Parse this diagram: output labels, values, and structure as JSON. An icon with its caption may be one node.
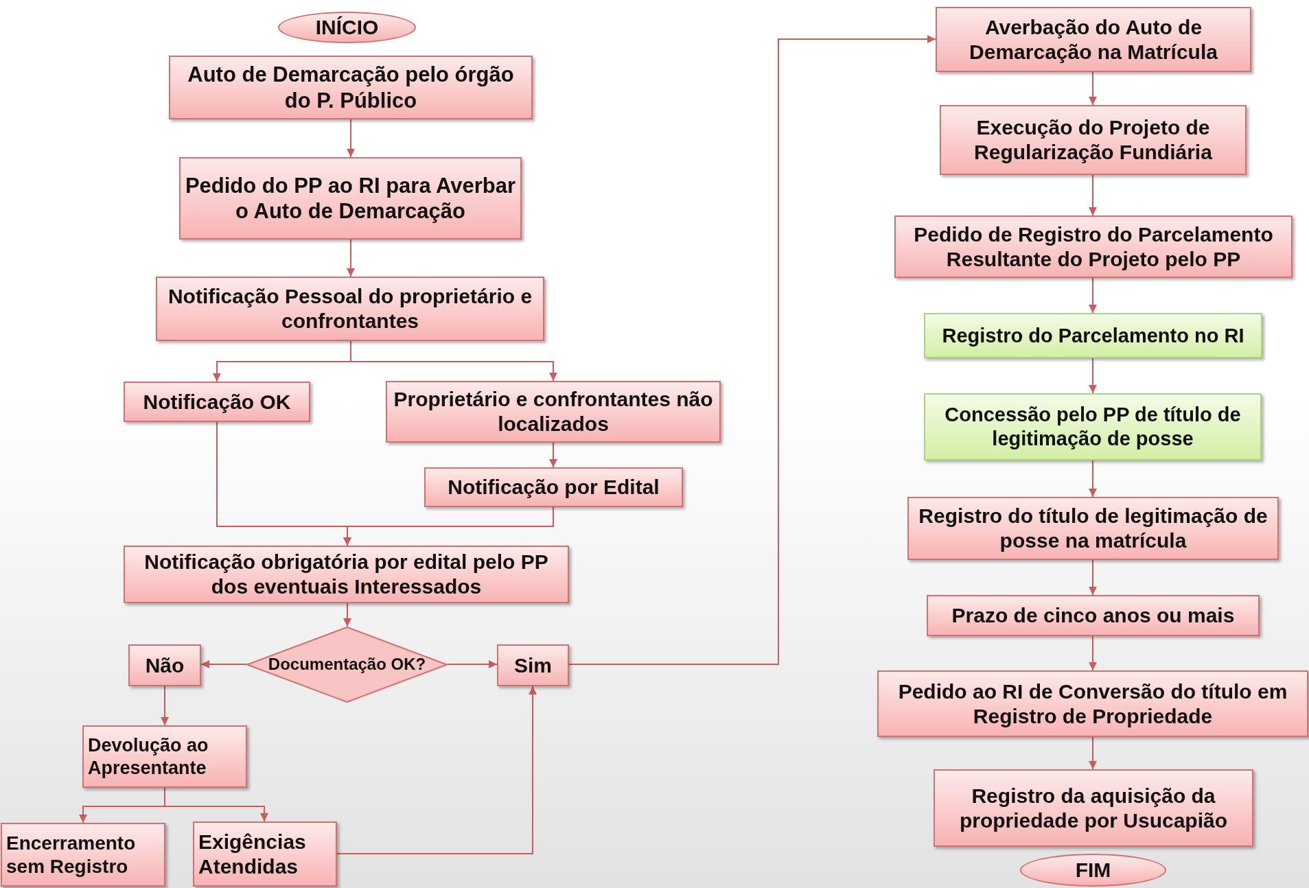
{
  "diagram": {
    "nodes": [
      {
        "text": [
          "INÍCIO"
        ]
      },
      {
        "text": [
          "Auto de Demarcação pelo órgão do P. Público"
        ]
      },
      {
        "text": [
          "Pedido do PP ao RI para Averbar o Auto de Demarcação"
        ]
      },
      {
        "text": [
          "Notificação Pessoal do proprietário e confrontantes"
        ]
      },
      {
        "text": [
          "Notificação OK"
        ]
      },
      {
        "text": [
          "Proprietário e confrontantes não localizados"
        ]
      },
      {
        "text": [
          "Notificação por Edital"
        ]
      },
      {
        "text": [
          "Notificação obrigatória por edital pelo PP dos eventuais Interessados"
        ]
      },
      {
        "text": [
          "Documentação OK?"
        ]
      },
      {
        "text": [
          "Não"
        ]
      },
      {
        "text": [
          "Sim"
        ]
      },
      {
        "text": [
          "Devolução ao Apresentante"
        ]
      },
      {
        "text": [
          "Encerramento sem Registro"
        ]
      },
      {
        "text": [
          "Exigências Atendidas"
        ]
      },
      {
        "text": [
          "Averbação do Auto de Demarcação na Matrícula"
        ]
      },
      {
        "text": [
          "Execução do Projeto de Regularização Fundiária"
        ]
      },
      {
        "text": [
          "Pedido de Registro do Parcelamento Resultante do Projeto pelo PP"
        ]
      },
      {
        "text": [
          "Registro do Parcelamento no RI"
        ]
      },
      {
        "text": [
          "Concessão pelo PP de título de legitimação de posse"
        ]
      },
      {
        "text": [
          "Registro do título de legitimação de posse na matrícula"
        ]
      },
      {
        "text": [
          "Prazo de cinco anos ou mais"
        ]
      },
      {
        "text": [
          "Pedido ao RI de Conversão do título em Registro de Propriedade"
        ]
      },
      {
        "text": [
          "Registro da aquisição da propriedade por Usucapião"
        ]
      },
      {
        "text": [
          "FIM"
        ]
      }
    ],
    "edges": [
      {
        "from": 1,
        "to": 2,
        "arrow": "to"
      },
      {
        "from": 2,
        "to": 3,
        "arrow": "to"
      },
      {
        "from": 3,
        "to": 4,
        "arrow": "to"
      },
      {
        "from": 3,
        "to": 5,
        "arrow": "to"
      },
      {
        "from": 5,
        "to": 6,
        "arrow": "to"
      },
      {
        "from": 4,
        "to": 7,
        "arrow": "to"
      },
      {
        "from": 6,
        "to": 7,
        "arrow": "to"
      },
      {
        "from": 7,
        "to": 8,
        "arrow": "to"
      },
      {
        "from": 8,
        "to": 9,
        "arrow": "to"
      },
      {
        "from": 8,
        "to": 10,
        "arrow": "to"
      },
      {
        "from": 9,
        "to": 11,
        "arrow": "to"
      },
      {
        "from": 11,
        "to": 12,
        "arrow": "to"
      },
      {
        "from": 11,
        "to": 13,
        "arrow": "to"
      },
      {
        "from": 13,
        "to": 10,
        "arrow": "to"
      },
      {
        "from": 10,
        "to": 14,
        "arrow": "to"
      },
      {
        "from": 14,
        "to": 15,
        "arrow": "to"
      },
      {
        "from": 15,
        "to": 16,
        "arrow": "to"
      },
      {
        "from": 16,
        "to": 17,
        "arrow": "to"
      },
      {
        "from": 17,
        "to": 18,
        "arrow": "to"
      },
      {
        "from": 18,
        "to": 19,
        "arrow": "to"
      },
      {
        "from": 19,
        "to": 20,
        "arrow": "to"
      },
      {
        "from": 20,
        "to": 21,
        "arrow": "to"
      },
      {
        "from": 21,
        "to": 22,
        "arrow": "to"
      }
    ]
  }
}
